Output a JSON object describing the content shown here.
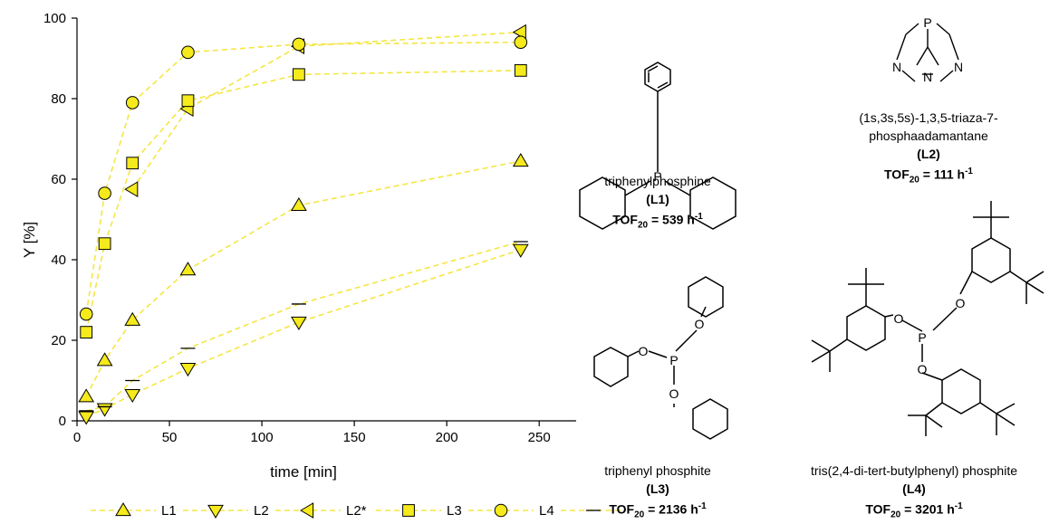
{
  "chart_data": {
    "type": "scatter",
    "xlabel": "time [min]",
    "ylabel": "Y [%]",
    "xlim": [
      0,
      270
    ],
    "ylim": [
      0,
      100
    ],
    "xticks": [
      0,
      50,
      100,
      150,
      200,
      250
    ],
    "yticks": [
      0,
      20,
      40,
      60,
      80,
      100
    ],
    "line_color": "#f5e642",
    "marker_fill": "#f5ea1c",
    "legend_position": "bottom",
    "series": [
      {
        "name": "L1",
        "marker": "triangle-up",
        "x": [
          5,
          15,
          30,
          60,
          120,
          240
        ],
        "y": [
          6,
          15,
          25,
          37.5,
          53.5,
          64.5
        ]
      },
      {
        "name": "L2",
        "marker": "triangle-down",
        "x": [
          5,
          15,
          30,
          60,
          120,
          240
        ],
        "y": [
          1,
          3,
          6.5,
          13,
          24.5,
          42.5
        ]
      },
      {
        "name": "L2*",
        "marker": "triangle-left",
        "x": [
          30,
          60,
          120,
          240
        ],
        "y": [
          57.5,
          77.5,
          93,
          96.5
        ]
      },
      {
        "name": "L3",
        "marker": "square",
        "x": [
          5,
          15,
          30,
          60,
          120,
          240
        ],
        "y": [
          22,
          44,
          64,
          79.5,
          86,
          87
        ]
      },
      {
        "name": "L4",
        "marker": "circle",
        "x": [
          5,
          15,
          30,
          60,
          120,
          240
        ],
        "y": [
          26.5,
          56.5,
          79,
          91.5,
          93.5,
          94
        ]
      },
      {
        "name": "",
        "marker": "dash",
        "x": [
          5,
          15,
          30,
          60,
          120,
          240
        ],
        "y": [
          2.5,
          3.5,
          10,
          18,
          29,
          44.5
        ]
      }
    ]
  },
  "structures": [
    {
      "id": "L1",
      "name": "triphenylphosphine",
      "code": "(L1)",
      "tof": "TOF",
      "tof_sub": "20",
      "tof_val": " = 539 h",
      "tof_sup": "-1",
      "atoms": [
        "P"
      ]
    },
    {
      "id": "L2",
      "name_line1": "(1s,3s,5s)-1,3,5-triaza-7-",
      "name_line2": "phosphaadamantane",
      "code": "(L2)",
      "tof": "TOF",
      "tof_sub": "20",
      "tof_val": " = 111 h",
      "tof_sup": "-1",
      "atoms": [
        "P",
        "N",
        "N",
        "N"
      ]
    },
    {
      "id": "L3",
      "name": "triphenyl phosphite",
      "code": "(L3)",
      "tof": "TOF",
      "tof_sub": "20",
      "tof_val": " = 2136 h",
      "tof_sup": "-1",
      "atoms": [
        "P",
        "O",
        "O",
        "O"
      ]
    },
    {
      "id": "L4",
      "name": "tris(2,4-di-tert-butylphenyl) phosphite",
      "code": "(L4)",
      "tof": "TOF",
      "tof_sub": "20",
      "tof_val": " = 3201 h",
      "tof_sup": "-1",
      "atoms": [
        "P",
        "O",
        "O",
        "O"
      ]
    }
  ]
}
